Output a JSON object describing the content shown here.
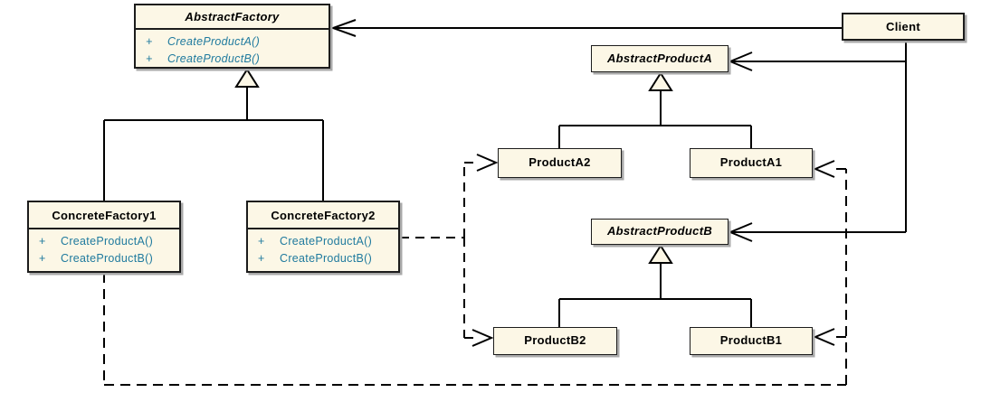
{
  "diagram": {
    "type": "uml-class-diagram",
    "pattern": "Abstract Factory"
  },
  "colors": {
    "background": "#ffffff",
    "node_fill": "#fcf7e6",
    "node_border": "#1c1c1c",
    "title_text": "#000000",
    "method_text": "#1f7a9e",
    "line": "#000000",
    "shadow": "#a9a9a9"
  },
  "nodes": {
    "abstract_factory": {
      "title": "AbstractFactory",
      "abstract": true,
      "methods": [
        {
          "vis": "+",
          "name": "CreateProductA()"
        },
        {
          "vis": "+",
          "name": "CreateProductB()"
        }
      ]
    },
    "client": {
      "title": "Client",
      "abstract": false
    },
    "abstract_product_a": {
      "title": "AbstractProductA",
      "abstract": true
    },
    "product_a2": {
      "title": "ProductA2",
      "abstract": false
    },
    "product_a1": {
      "title": "ProductA1",
      "abstract": false
    },
    "concrete_factory1": {
      "title": "ConcreteFactory1",
      "abstract": false,
      "methods": [
        {
          "vis": "+",
          "name": "CreateProductA()"
        },
        {
          "vis": "+",
          "name": "CreateProductB()"
        }
      ]
    },
    "concrete_factory2": {
      "title": "ConcreteFactory2",
      "abstract": false,
      "methods": [
        {
          "vis": "+",
          "name": "CreateProductA()"
        },
        {
          "vis": "+",
          "name": "CreateProductB()"
        }
      ]
    },
    "abstract_product_b": {
      "title": "AbstractProductB",
      "abstract": true
    },
    "product_b2": {
      "title": "ProductB2",
      "abstract": false
    },
    "product_b1": {
      "title": "ProductB1",
      "abstract": false
    }
  },
  "relationships": [
    {
      "from": "Client",
      "to": "AbstractFactory",
      "kind": "association"
    },
    {
      "from": "Client",
      "to": "AbstractProductA",
      "kind": "association"
    },
    {
      "from": "Client",
      "to": "AbstractProductB",
      "kind": "association"
    },
    {
      "from": "ConcreteFactory1",
      "to": "AbstractFactory",
      "kind": "generalization"
    },
    {
      "from": "ConcreteFactory2",
      "to": "AbstractFactory",
      "kind": "generalization"
    },
    {
      "from": "ProductA2",
      "to": "AbstractProductA",
      "kind": "generalization"
    },
    {
      "from": "ProductA1",
      "to": "AbstractProductA",
      "kind": "generalization"
    },
    {
      "from": "ProductB2",
      "to": "AbstractProductB",
      "kind": "generalization"
    },
    {
      "from": "ProductB1",
      "to": "AbstractProductB",
      "kind": "generalization"
    },
    {
      "from": "ConcreteFactory2",
      "to": "ProductA2",
      "kind": "dependency"
    },
    {
      "from": "ConcreteFactory2",
      "to": "ProductB2",
      "kind": "dependency"
    },
    {
      "from": "ConcreteFactory1",
      "to": "ProductA1",
      "kind": "dependency"
    },
    {
      "from": "ConcreteFactory1",
      "to": "ProductB1",
      "kind": "dependency"
    }
  ]
}
